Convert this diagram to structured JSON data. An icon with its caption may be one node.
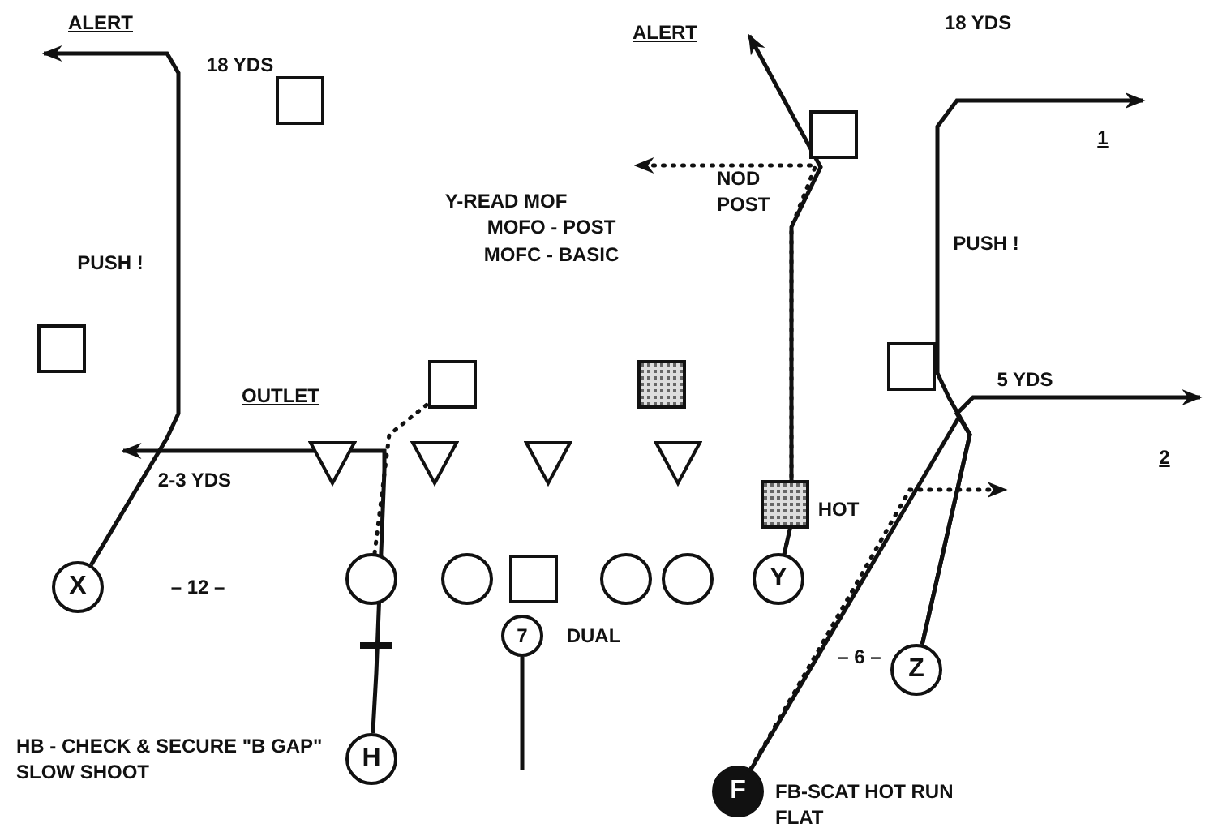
{
  "diagram": {
    "nodes": [
      {
        "text": [],
        "shape": "box"
      },
      {
        "text": [],
        "shape": "box"
      },
      {
        "text": [],
        "shape": "box"
      },
      {
        "text": [],
        "shape": "box"
      },
      {
        "text": [],
        "shape": "box"
      },
      {
        "text": [],
        "shape": "box"
      },
      {
        "text": [],
        "shape": "triangle"
      },
      {
        "text": [],
        "shape": "triangle"
      },
      {
        "text": [],
        "shape": "triangle"
      },
      {
        "text": [],
        "shape": "triangle"
      },
      {
        "text": [],
        "shape": "box"
      },
      {
        "text": [
          "X"
        ]
      },
      {
        "text": [],
        "shape": "circle"
      },
      {
        "text": [],
        "shape": "circle"
      },
      {
        "text": [],
        "shape": "box"
      },
      {
        "text": [],
        "shape": "circle"
      },
      {
        "text": [],
        "shape": "circle"
      },
      {
        "text": [
          "Y"
        ]
      },
      {
        "text": [
          "7"
        ]
      },
      {
        "text": [
          "Z"
        ]
      },
      {
        "text": [
          "H"
        ],
        "beside": [
          "HB - CHECK & SECURE \"B GAP\" SLOW SHOOT"
        ]
      },
      {
        "text": [
          "F"
        ],
        "beside": [
          "FB-SCAT HOT RUN FLAT"
        ]
      }
    ],
    "edges": [
      {
        "from": 11,
        "to": null,
        "arrow": "to"
      },
      {
        "from": 20,
        "to": null,
        "arrow": "to"
      },
      {
        "from": 12,
        "to": 3,
        "arrow": "none",
        "style": "dashed"
      },
      {
        "from": 17,
        "to": null,
        "arrow": "to"
      },
      {
        "from": 17,
        "to": null,
        "arrow": "to",
        "style": "dashed"
      },
      {
        "from": 19,
        "to": null,
        "arrow": "to"
      },
      {
        "from": 19,
        "to": null,
        "arrow": "to"
      },
      {
        "from": 21,
        "to": null,
        "arrow": "to",
        "style": "dashed"
      },
      {
        "from": 21,
        "to": null,
        "arrow": "none"
      },
      {
        "from": 18,
        "to": null,
        "arrow": "none"
      }
    ],
    "labels": [
      "ALERT",
      "18 YDS",
      "ALERT",
      "18 YDS",
      "Y-READ MOF",
      "NOD POST",
      "MOFO - POST",
      "MOFC - BASIC",
      "1",
      "PUSH !",
      "PUSH !",
      "OUTLET",
      "5 YDS",
      "2-3 YDS",
      "2",
      "HOT",
      "– 12 –",
      "DUAL",
      "– 6 –"
    ]
  }
}
